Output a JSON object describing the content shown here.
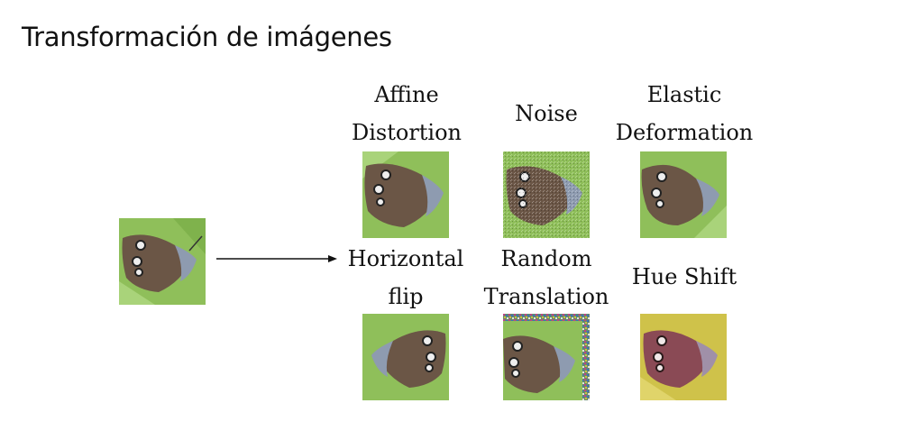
{
  "slide": {
    "title": "Transformación de imágenes"
  },
  "original": {
    "icon": "butterfly-image"
  },
  "transforms": [
    {
      "line1": "Affine",
      "line2": "Distortion"
    },
    {
      "line1": "Noise"
    },
    {
      "line1": "Elastic",
      "line2": "Deformation"
    },
    {
      "line1": "Horizontal",
      "line2": "flip"
    },
    {
      "line1": "Random",
      "line2": "Translation"
    },
    {
      "line1": "Hue Shift"
    }
  ],
  "colors": {
    "leaf_green": "#8fbf5a",
    "wing_brown": "#6b5646",
    "hue_yellow": "#cfc24a",
    "hue_wing": "#8a4a55"
  }
}
